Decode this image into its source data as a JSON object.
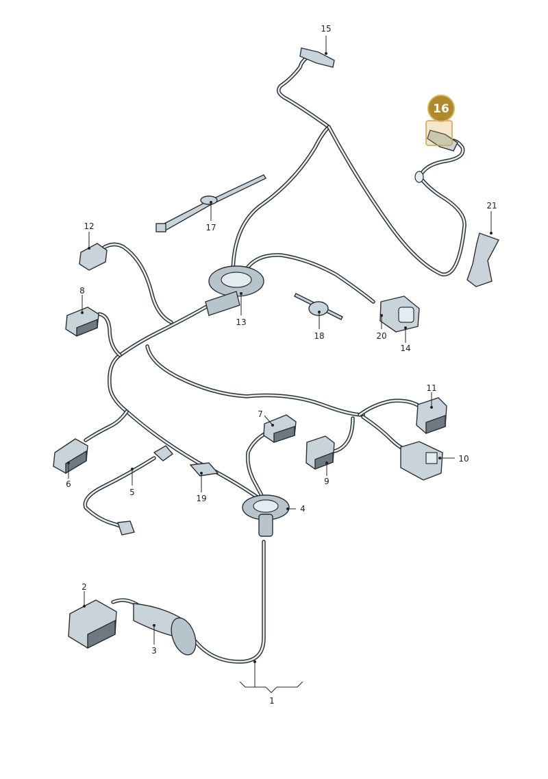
{
  "callouts": {
    "c1": "1",
    "c2": "2",
    "c3": "3",
    "c4": "4",
    "c5": "5",
    "c6": "6",
    "c7": "7",
    "c8": "8",
    "c9": "9",
    "c10": "10",
    "c11": "11",
    "c12": "12",
    "c13": "13",
    "c14": "14",
    "c15": "15",
    "c16": "16",
    "c17": "17",
    "c18": "18",
    "c19": "19",
    "c20": "20",
    "c21": "21"
  },
  "highlight": {
    "part": "16",
    "color": "#b08a2a"
  }
}
